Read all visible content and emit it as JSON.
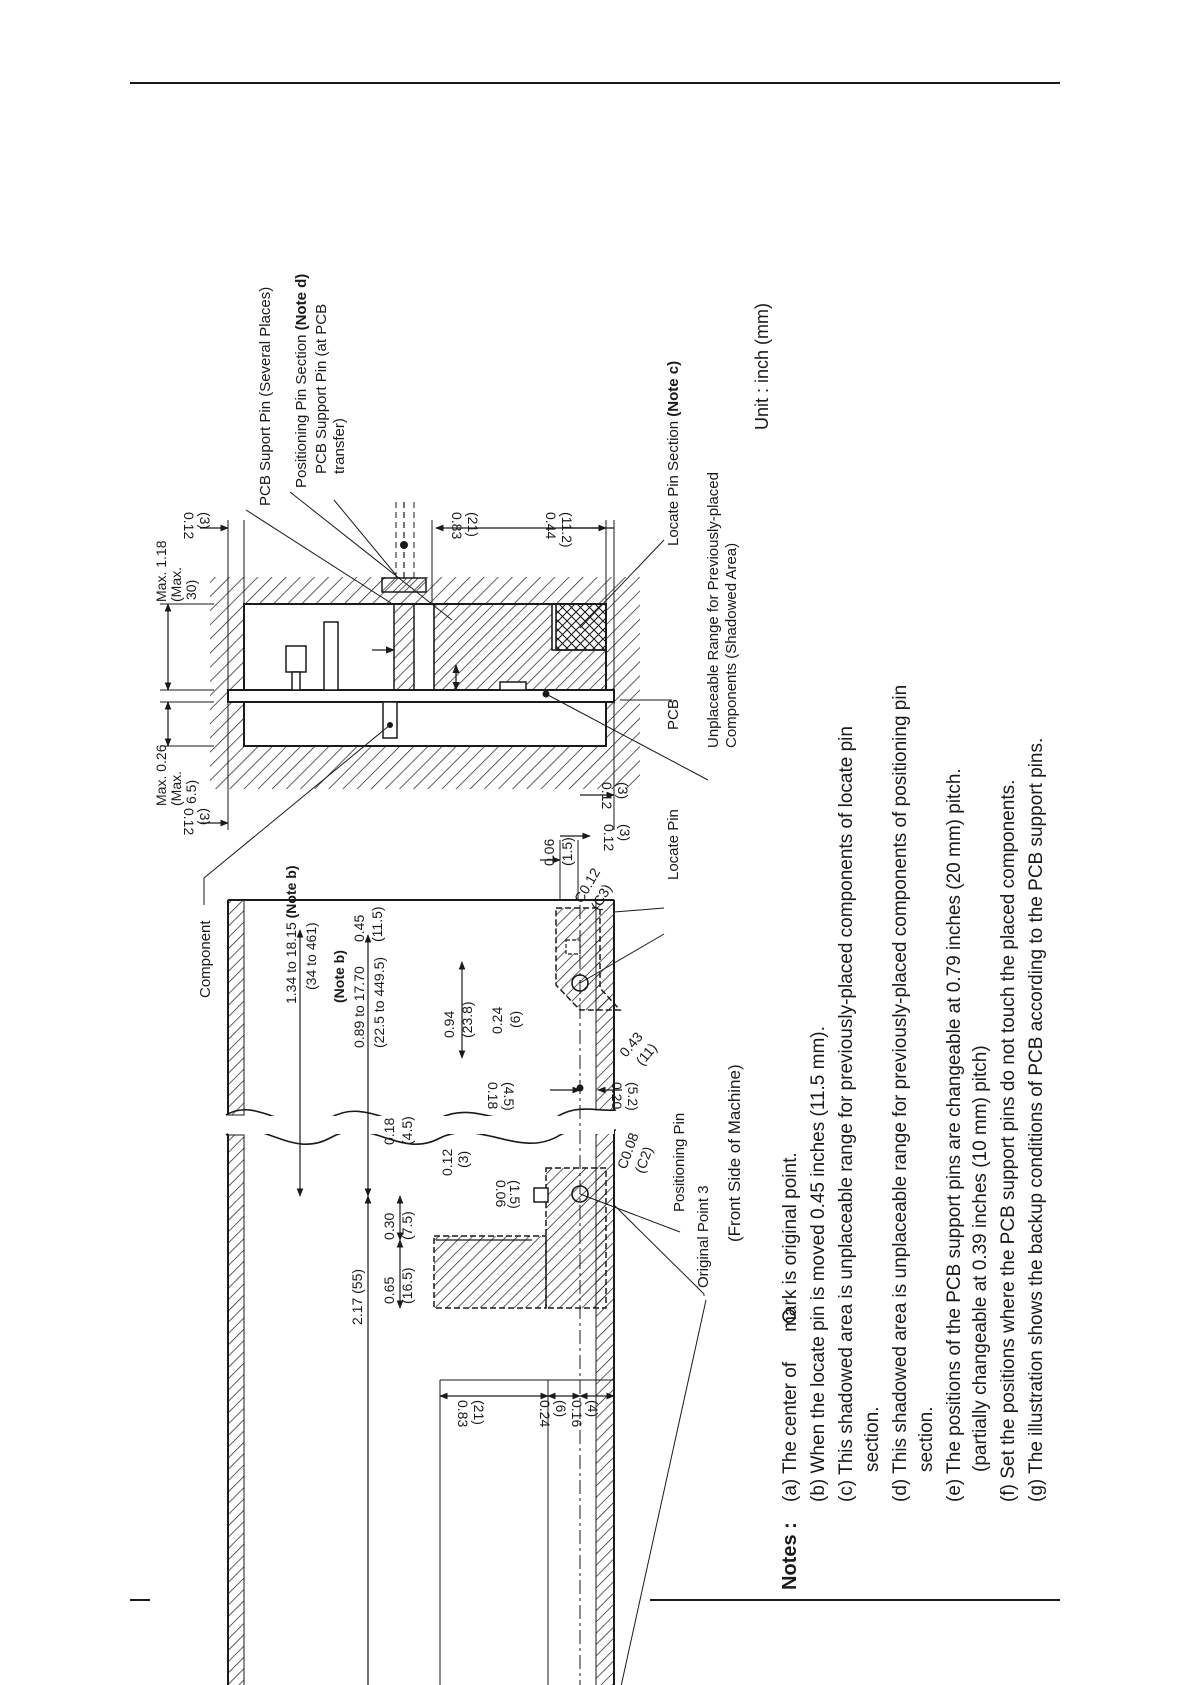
{
  "labels": {
    "pcb_support_pin": "PCB Suport Pin (Several Places)",
    "positioning_pin_section": "Positioning Pin Section",
    "note_d_tag": "(Note d)",
    "pcb_support_pin_transfer_1": "PCB Support Pin (at PCB",
    "pcb_support_pin_transfer_2": "transfer)",
    "locate_pin_section": "Locate Pin Section",
    "note_c_tag": "(Note c)",
    "unplaceable_range_1": "Unplaceable Range for Previously-placed",
    "unplaceable_range_2": "Components (Shadowed Area)",
    "pcb": "PCB",
    "locate_pin": "Locate Pin",
    "component": "Component",
    "positioning_pin": "Positioning Pin",
    "original_point": "Original Point 3",
    "front_side": "(Front Side of Machine)",
    "unit": "Unit : inch (mm)"
  },
  "dims": {
    "max_118": "Max. 1.18",
    "max_30": "(Max.",
    "max_30b": "30)",
    "max_026": "Max. 0.26",
    "max_65": "(Max.",
    "max_65b": "6.5)",
    "d012_a": "0.12",
    "d3_a": "(3)",
    "d012_b": "0.12",
    "d3_b": "(3)",
    "d083_top": "0.83",
    "d21_top": "(21)",
    "d044": "0.44",
    "d112": "(11.2)",
    "d012_c": "0.12",
    "d3_c": "(3)",
    "d012_d": "0.12",
    "d3_d": "(3)",
    "d006": "0.06",
    "d15": "(1.5)",
    "c012": "C0.12",
    "c3": "(C3)",
    "d134": "1.34 to 18.15",
    "note_b": "(Note b)",
    "d34": "(34 to 461)",
    "note_b2": "(Note b)",
    "d089": "0.89 to 17.70",
    "d225": "(22.5 to 449.5)",
    "d045": "0.45",
    "d115": "(11.5)",
    "d094": "0.94",
    "d238": "(23.8)",
    "d024_a": "0.24",
    "d6_a": "(6)",
    "d043": "0.43",
    "d11": "(11)",
    "d018_a": "0.18",
    "d45_a": "(4.5)",
    "d020": "0.20",
    "d52": "(5.2)",
    "c008": "C0.08",
    "c2": "(C2)",
    "d018_b": "0.18",
    "d45_b": "(4.5)",
    "d012_e": "0.12",
    "d3_e": "(3)",
    "d006_b": "0.06",
    "d15_b": "(1.5)",
    "d030": "0.30",
    "d75": "(7.5)",
    "d065": "0.65",
    "d165": "(16.5)",
    "d217": "2.17 (55)",
    "d083_bot": "0.83",
    "d21_bot": "(21)",
    "d024_b": "0.24",
    "d6_b": "(6)",
    "d016": "0.16",
    "d4": "(4)"
  },
  "notes": {
    "heading": "Notes :",
    "a_pre": "(a) The center of",
    "a_post": "mark is original point.",
    "b": "(b) When the locate pin is moved 0.45 inches (11.5 mm).",
    "c1": "(c) This shadowed area is unplaceable range for previously-placed components of locate pin",
    "c2": "section.",
    "d1": "(d) This shadowed area is unplaceable range for previously-placed components of positioning pin",
    "d2": "section.",
    "e1": "(e) The positions of the PCB support pins are changeable at 0.79 inches (20 mm) pitch.",
    "e2": "(partially changeable at 0.39 inches (10 mm) pitch)",
    "f": "(f) Set the positions where the PCB support pins do not touch the placed components.",
    "g": "(g) The illustration shows the backup conditions of PCB according to the PCB support pins."
  }
}
